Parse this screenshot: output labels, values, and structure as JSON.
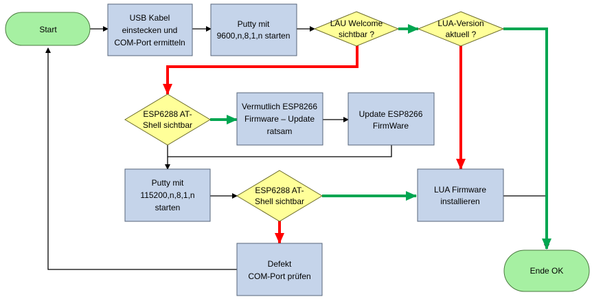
{
  "colors": {
    "terminal_fill": "#a6f0a2",
    "terminal_stroke": "#4a7a3f",
    "process_fill": "#c5d4ea",
    "process_stroke": "#56657a",
    "decision_fill": "#ffff99",
    "decision_stroke": "#6b6b2a",
    "arrow_black": "#000000",
    "arrow_green": "#00a651",
    "arrow_red": "#ff0000"
  },
  "nodes": {
    "start": {
      "lines": [
        "Start"
      ]
    },
    "usb": {
      "lines": [
        "USB Kabel",
        "einstecken und",
        "COM-Port ermitteln"
      ]
    },
    "putty9600": {
      "lines": [
        "Putty mit",
        "9600,n,8,1,n starten"
      ]
    },
    "lau": {
      "lines": [
        "LAU Welcome",
        "sichtbar ?"
      ]
    },
    "lua_version": {
      "lines": [
        "LUA-Version",
        "aktuell ?"
      ]
    },
    "esp_shell1": {
      "lines": [
        "ESP6288 AT-",
        "Shell sichtbar"
      ]
    },
    "vermutlich": {
      "lines": [
        "Vermutlich ESP8266",
        "Firmware – Update",
        "ratsam"
      ]
    },
    "update": {
      "lines": [
        "Update ESP8266",
        "FirmWare"
      ]
    },
    "putty115200": {
      "lines": [
        "Putty mit",
        "115200,n,8,1,n",
        "starten"
      ]
    },
    "esp_shell2": {
      "lines": [
        "ESP6288 AT-",
        "Shell sichtbar"
      ]
    },
    "lua_install": {
      "lines": [
        "LUA Firmware",
        "installieren"
      ]
    },
    "defekt": {
      "lines": [
        "Defekt",
        "COM-Port prüfen"
      ]
    },
    "ende": {
      "lines": [
        "Ende OK"
      ]
    }
  }
}
